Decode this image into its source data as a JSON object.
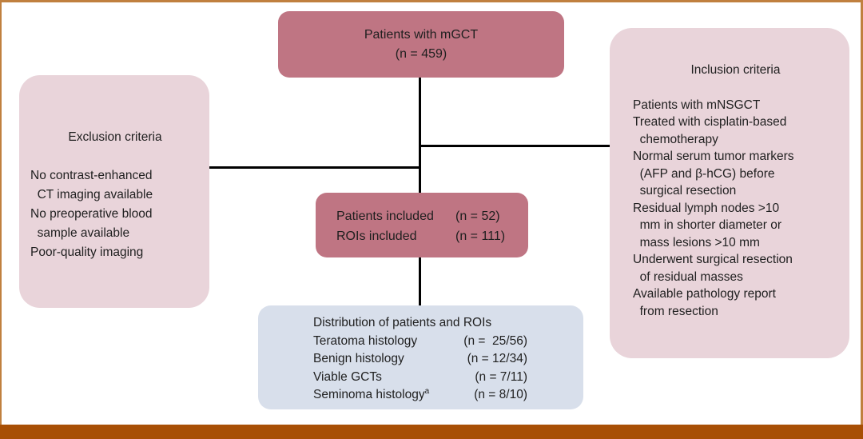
{
  "colors": {
    "rose_box": "#bf7583",
    "pink_box": "#e9d4da",
    "blue_box": "#d8dfeb",
    "frame_border": "#c0803f",
    "bottom_bar": "#a84f05",
    "connector": "#000000",
    "text": "#1f1f1f"
  },
  "top_box": {
    "line1": "Patients with mGCT",
    "line2": "(n = 459)"
  },
  "exclusion_box": {
    "title": "Exclusion criteria",
    "items": [
      "No contrast-enhanced",
      "  CT imaging available",
      "No preoperative blood",
      "  sample available",
      "Poor-quality imaging"
    ]
  },
  "inclusion_box": {
    "title": "Inclusion criteria",
    "items": [
      "Patients with mNSGCT",
      "Treated with cisplatin-based",
      "  chemotherapy",
      "Normal serum tumor markers",
      "  (AFP and β-hCG) before",
      "  surgical resection",
      "Residual lymph nodes >10",
      "  mm in shorter diameter or",
      "  mass lesions >10 mm",
      "Underwent surgical resection",
      "  of residual masses",
      "Available pathology report",
      "  from resection"
    ]
  },
  "included_box": {
    "rows": [
      {
        "label": "Patients included",
        "value": "(n = 52)"
      },
      {
        "label": "ROIs included",
        "value": "(n = 111)"
      }
    ]
  },
  "distribution_box": {
    "title": "Distribution of patients and ROIs",
    "rows": [
      {
        "label": "Teratoma histology",
        "sup": "",
        "value": "(n =  25/56)"
      },
      {
        "label": "Benign histology",
        "sup": "",
        "value": "(n = 12/34)"
      },
      {
        "label": "Viable GCTs",
        "sup": "",
        "value": "(n = 7/11)"
      },
      {
        "label": "Seminoma histology",
        "sup": "a",
        "value": "(n = 8/10)"
      }
    ]
  }
}
